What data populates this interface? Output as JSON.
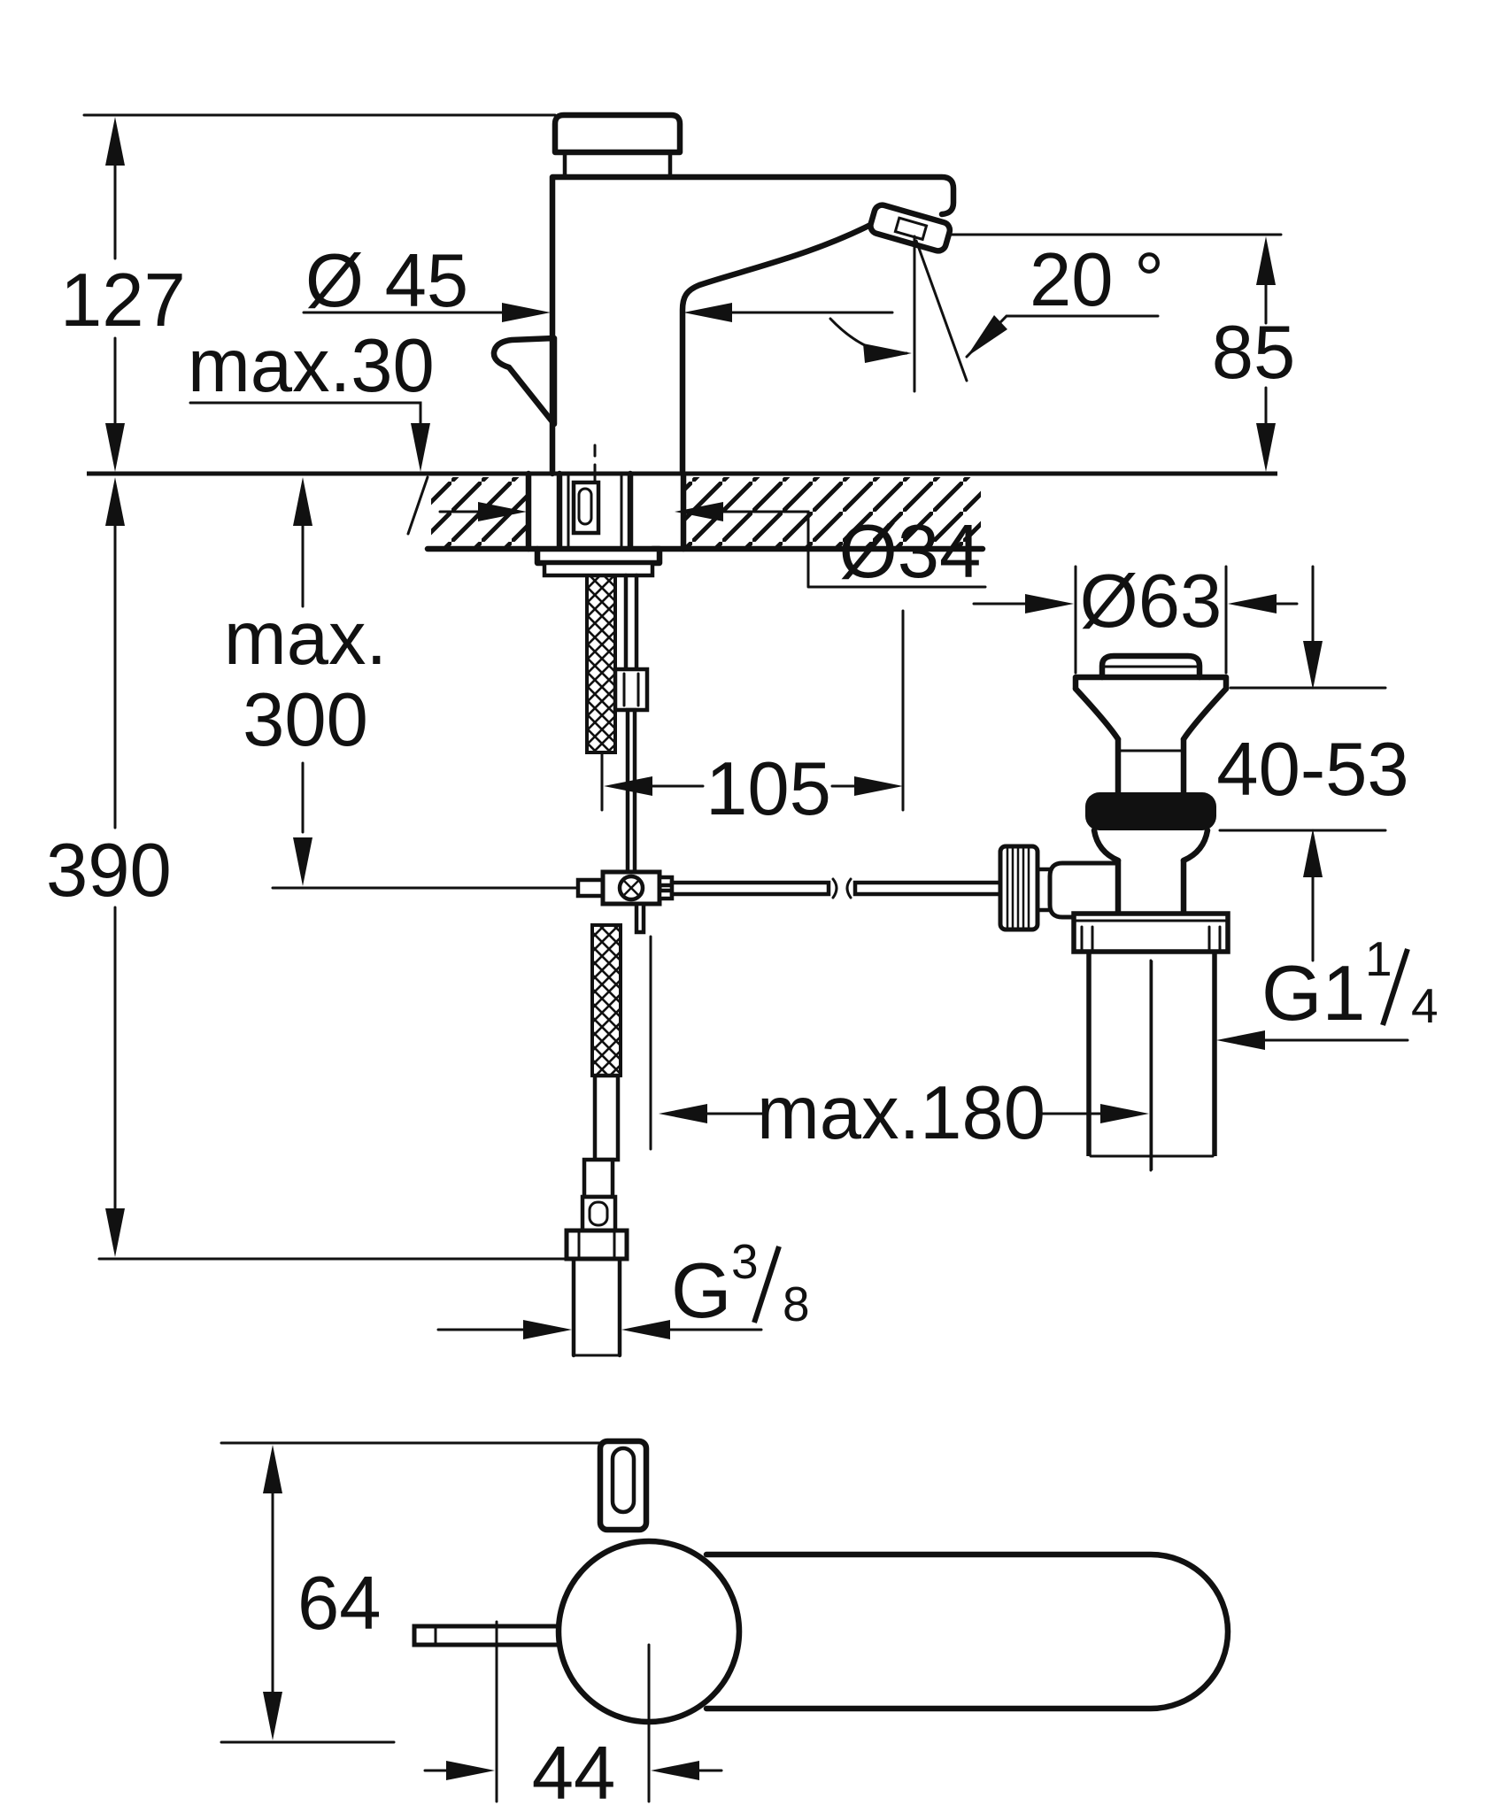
{
  "dims": {
    "height": "127",
    "spout_diameter": "Ø 45",
    "deck_thickness": "max.30",
    "angle": "20 °",
    "spout_height": "85",
    "install_depth_line1": "max.",
    "install_depth_line2": "300",
    "total_depth": "390",
    "hole_diameter": "Ø34",
    "waste_diameter": "Ø63",
    "clamp_range": "40-53",
    "rod_offset": "105",
    "rod_reach": "max.180",
    "top_height": "64",
    "top_offset": "44"
  },
  "threads": {
    "waste_prefix": "G1",
    "waste_numerator": "1",
    "waste_denominator": "4",
    "supply_prefix": "G",
    "supply_numerator": "3",
    "supply_denominator": "8"
  }
}
